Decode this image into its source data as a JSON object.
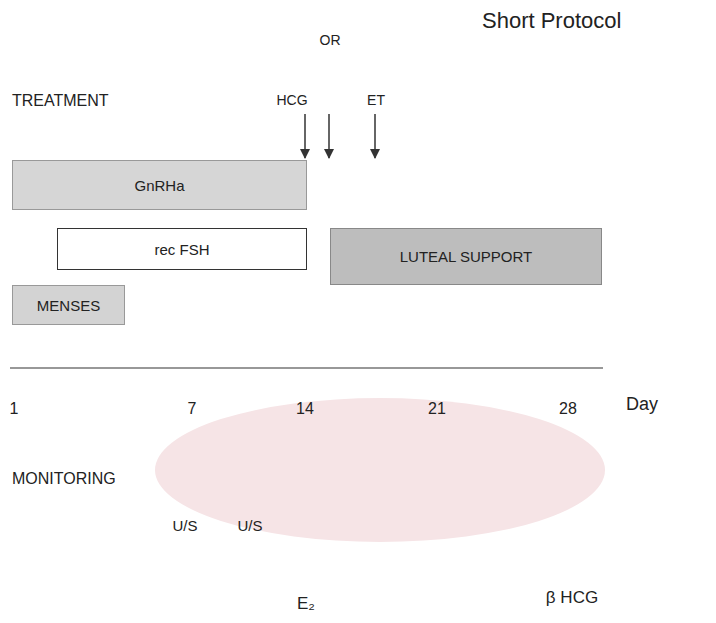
{
  "diagram": {
    "title": "Short Protocol",
    "nodes": [
      {
        "text": [
          "GnRHa"
        ]
      },
      {
        "text": [
          "rec FSH"
        ]
      },
      {
        "text": [
          "LUTEAL SUPPORT"
        ]
      },
      {
        "text": [
          "MENSES"
        ]
      }
    ],
    "labels": [
      "OR",
      "TREATMENT",
      "HCG",
      "ET",
      "1",
      "7",
      "14",
      "21",
      "28",
      "Day",
      "MONITORING",
      "U/S",
      "U/S",
      "E₂",
      "β HCG"
    ]
  }
}
